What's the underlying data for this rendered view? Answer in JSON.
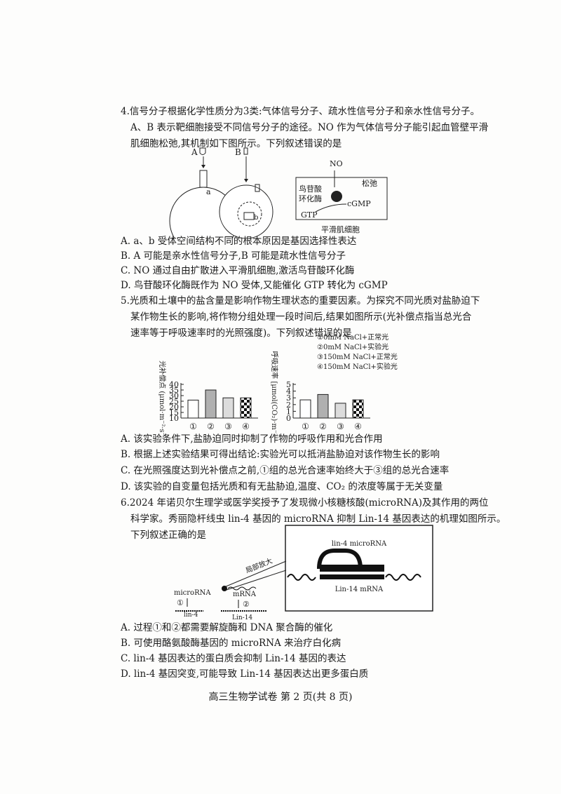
{
  "q4": {
    "lines": [
      "4.信号分子根据化学性质分为3类:气体信号分子、疏水性信号分子和亲水性信号分子。",
      "A、B 表示靶细胞接受不同信号分子的途径。NO 作为气体信号分子能引起血管壁平滑",
      "肌细胞松弛,其机制如下图所示。下列叙述错误的是"
    ],
    "diagram": {
      "label_a": "A",
      "label_b": "B",
      "receptor_a": "a",
      "receptor_b": "b",
      "no": "NO",
      "enzyme": [
        "鸟苷酸",
        "环化酶"
      ],
      "gtp": "GTP",
      "cgmp": "cGMP",
      "relax": "松弛",
      "cell": "平滑肌细胞"
    },
    "options": [
      "A. a、b 受体空间结构不同的根本原因是基因选择性表达",
      "B. A 可能是亲水性信号分子,B 可能是疏水性信号分子",
      "C. NO 通过自由扩散进入平滑肌细胞,激活鸟苷酸环化酶",
      "D. 鸟苷酸环化酶既作为 NO 受体,又能催化 GTP 转化为 cGMP"
    ]
  },
  "q5": {
    "lines": [
      "5.光质和土壤中的盐含量是影响作物生理状态的重要因素。为探究不同光质对盐胁迫下",
      "某作物生长的影响,将作物分组处理一段时间后,结果如图所示(光补偿点指当总光合",
      "速率等于呼吸速率时的光照强度)。下列叙述错误的是"
    ],
    "options": [
      "A. 该实验条件下,盐胁迫同时抑制了作物的呼吸作用和光合作用",
      "B. 根据上述实验结果可得出结论:实验光可以抵消盐胁迫对该作物生长的影响",
      "C. 在光照强度达到光补偿点之前,①组的总光合速率始终大于③组的总光合速率",
      "D. 该实验的自变量包括光质和有无盐胁迫,温度、CO₂ 的浓度等属于无关变量"
    ]
  },
  "chart_data": [
    {
      "type": "bar",
      "categories": [
        "①",
        "②",
        "③",
        "④"
      ],
      "values": [
        26,
        35,
        28,
        28
      ],
      "ylabel": "光补偿点 (μmol·m⁻²·s⁻¹)",
      "ylim": [
        10,
        40
      ],
      "yticks": [
        "10",
        "15",
        "20",
        "25",
        "30",
        "35",
        "40"
      ],
      "fills": [
        "#ffffff",
        "#b0b0b0",
        "#dcdcdc",
        "checker"
      ]
    },
    {
      "type": "bar",
      "categories": [
        "①",
        "②",
        "③",
        "④"
      ],
      "values": [
        2.7,
        3.5,
        2.2,
        2.7
      ],
      "ylabel": "呼吸速率 [μmol(CO₂)·m⁻²·s⁻¹]",
      "ylim": [
        0,
        5
      ],
      "yticks": [
        "0",
        "1",
        "2",
        "3",
        "4",
        "5"
      ],
      "fills": [
        "#ffffff",
        "#b0b0b0",
        "#dcdcdc",
        "checker"
      ],
      "legend": [
        "①0mM NaCl+正常光",
        "②0mM NaCl+实验光",
        "③150mM NaCl+正常光",
        "④150mM NaCl+实验光"
      ]
    }
  ],
  "q6": {
    "lines": [
      "6.2024 年诺贝尔生理学或医学奖授予了发现微小核糖核酸(microRNA)及其作用的两位",
      "科学家。秀丽隐杆线虫 lin-4 基因的 microRNA 抑制 Lin-14 基因表达的机理如图所示。",
      "下列叙述正确的是"
    ],
    "diagram": {
      "mirna": "microRNA",
      "mrna": "mRNA",
      "step1": "①",
      "step2": "②",
      "lin4": "lin-4",
      "lin14": "Lin-14",
      "zoom": "局部放大",
      "box_top": "lin-4 microRNA",
      "box_bottom": "Lin-14 mRNA"
    },
    "options": [
      "A. 过程①和②都需要解旋酶和 DNA 聚合酶的催化",
      "B. 可使用酪氨酸酶基因的 microRNA 来治疗白化病",
      "C. lin-4 基因表达的蛋白质会抑制 Lin-14 基因的表达",
      "D. lin-4 基因突变,可能导致 Lin-14 基因表达出更多蛋白质"
    ]
  },
  "footer": "高三生物学试卷  第 2 页(共 8 页)"
}
